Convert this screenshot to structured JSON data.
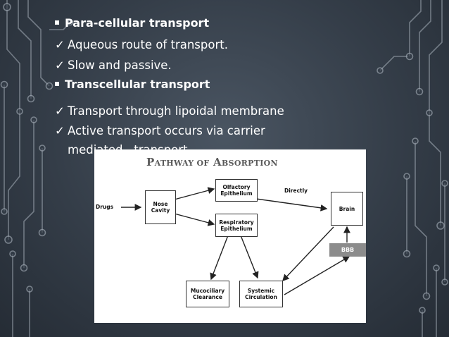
{
  "slide": {
    "bullets": [
      {
        "marker": "square",
        "text": "Para-cellular transport",
        "bold": true
      },
      {
        "marker": "check",
        "text": "Aqueous route of transport.",
        "bold": false
      },
      {
        "marker": "check",
        "text": "Slow and passive.",
        "bold": false
      },
      {
        "marker": "square",
        "text": "Transcellular transport",
        "bold": true
      },
      {
        "marker": "check",
        "text": "Transport through lipoidal membrane",
        "bold": false
      },
      {
        "marker": "check",
        "text": "Active transport occurs via carrier",
        "bold": false
      },
      {
        "marker": "none",
        "text": "mediated   transport",
        "bold": false
      }
    ]
  },
  "figure": {
    "title_cap1": "P",
    "title_rest1": "ATHWAY ",
    "title_small1": "OF",
    "title_cap2": " A",
    "title_rest2": "BSORPTION",
    "drugs": "Drugs",
    "nose": "Nose\nCavity",
    "olfactory": "Olfactory\nEpithelium",
    "respiratory": "Respiratory\nEpithelium",
    "brain": "Brain",
    "bbb": "BBB",
    "directly": "Directly",
    "mucociliary": "Mucociliary\nClearance",
    "systemic": "Systemic\nCirculation"
  },
  "colors": {
    "background": "#343d48",
    "circuit": "#aab3bd",
    "bbb": "#8c8c8c"
  }
}
